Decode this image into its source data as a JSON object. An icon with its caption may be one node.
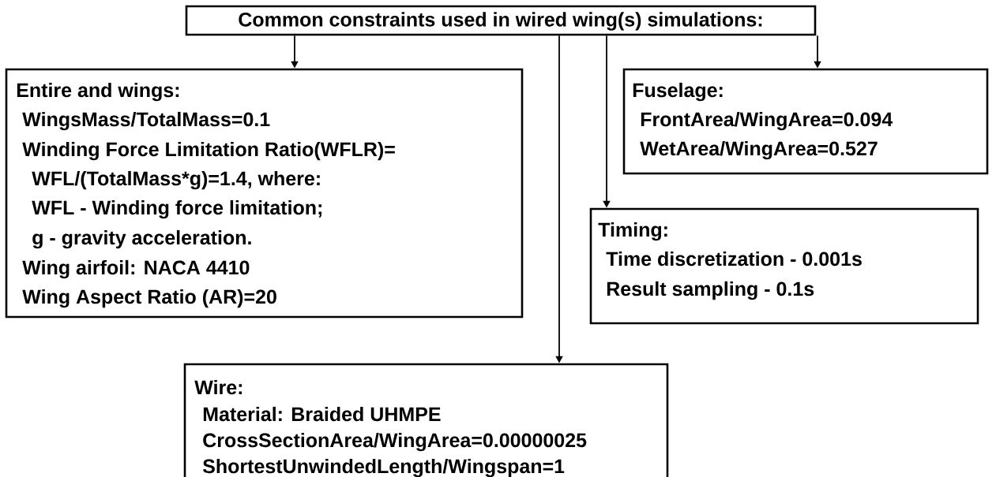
{
  "diagram": {
    "nodes": [
      {
        "text": [
          "Common constraints used in wired wing(s) simulations:"
        ]
      },
      {
        "text": [
          "Entire and wings:",
          "WingsMass/TotalMass=0.1",
          "Winding Force Limitation Ratio(WFLR)=",
          "WFL/(TotalMass*g)=1.4, where:",
          "WFL - Winding force limitation;",
          "g - gravity acceleration.",
          "Wing airfoil: NACA 4410",
          "Wing Aspect Ratio (AR)=20"
        ]
      },
      {
        "text": [
          "Fuselage:",
          "FrontArea/WingArea=0.094",
          "WetArea/WingArea=0.527"
        ]
      },
      {
        "text": [
          "Timing:",
          "Time discretization - 0.001s",
          "Result sampling - 0.1s"
        ]
      },
      {
        "text": [
          "Wire:",
          "Material: Braided UHMPE",
          "CrossSectionArea/WingArea=0.00000025",
          "ShortestUnwindedLength/Wingspan=1"
        ]
      }
    ],
    "edges": [
      {
        "from": 0,
        "to": 1,
        "arrow": "to"
      },
      {
        "from": 0,
        "to": 4,
        "arrow": "to"
      },
      {
        "from": 0,
        "to": 3,
        "arrow": "to"
      },
      {
        "from": 0,
        "to": 2,
        "arrow": "to"
      }
    ]
  }
}
